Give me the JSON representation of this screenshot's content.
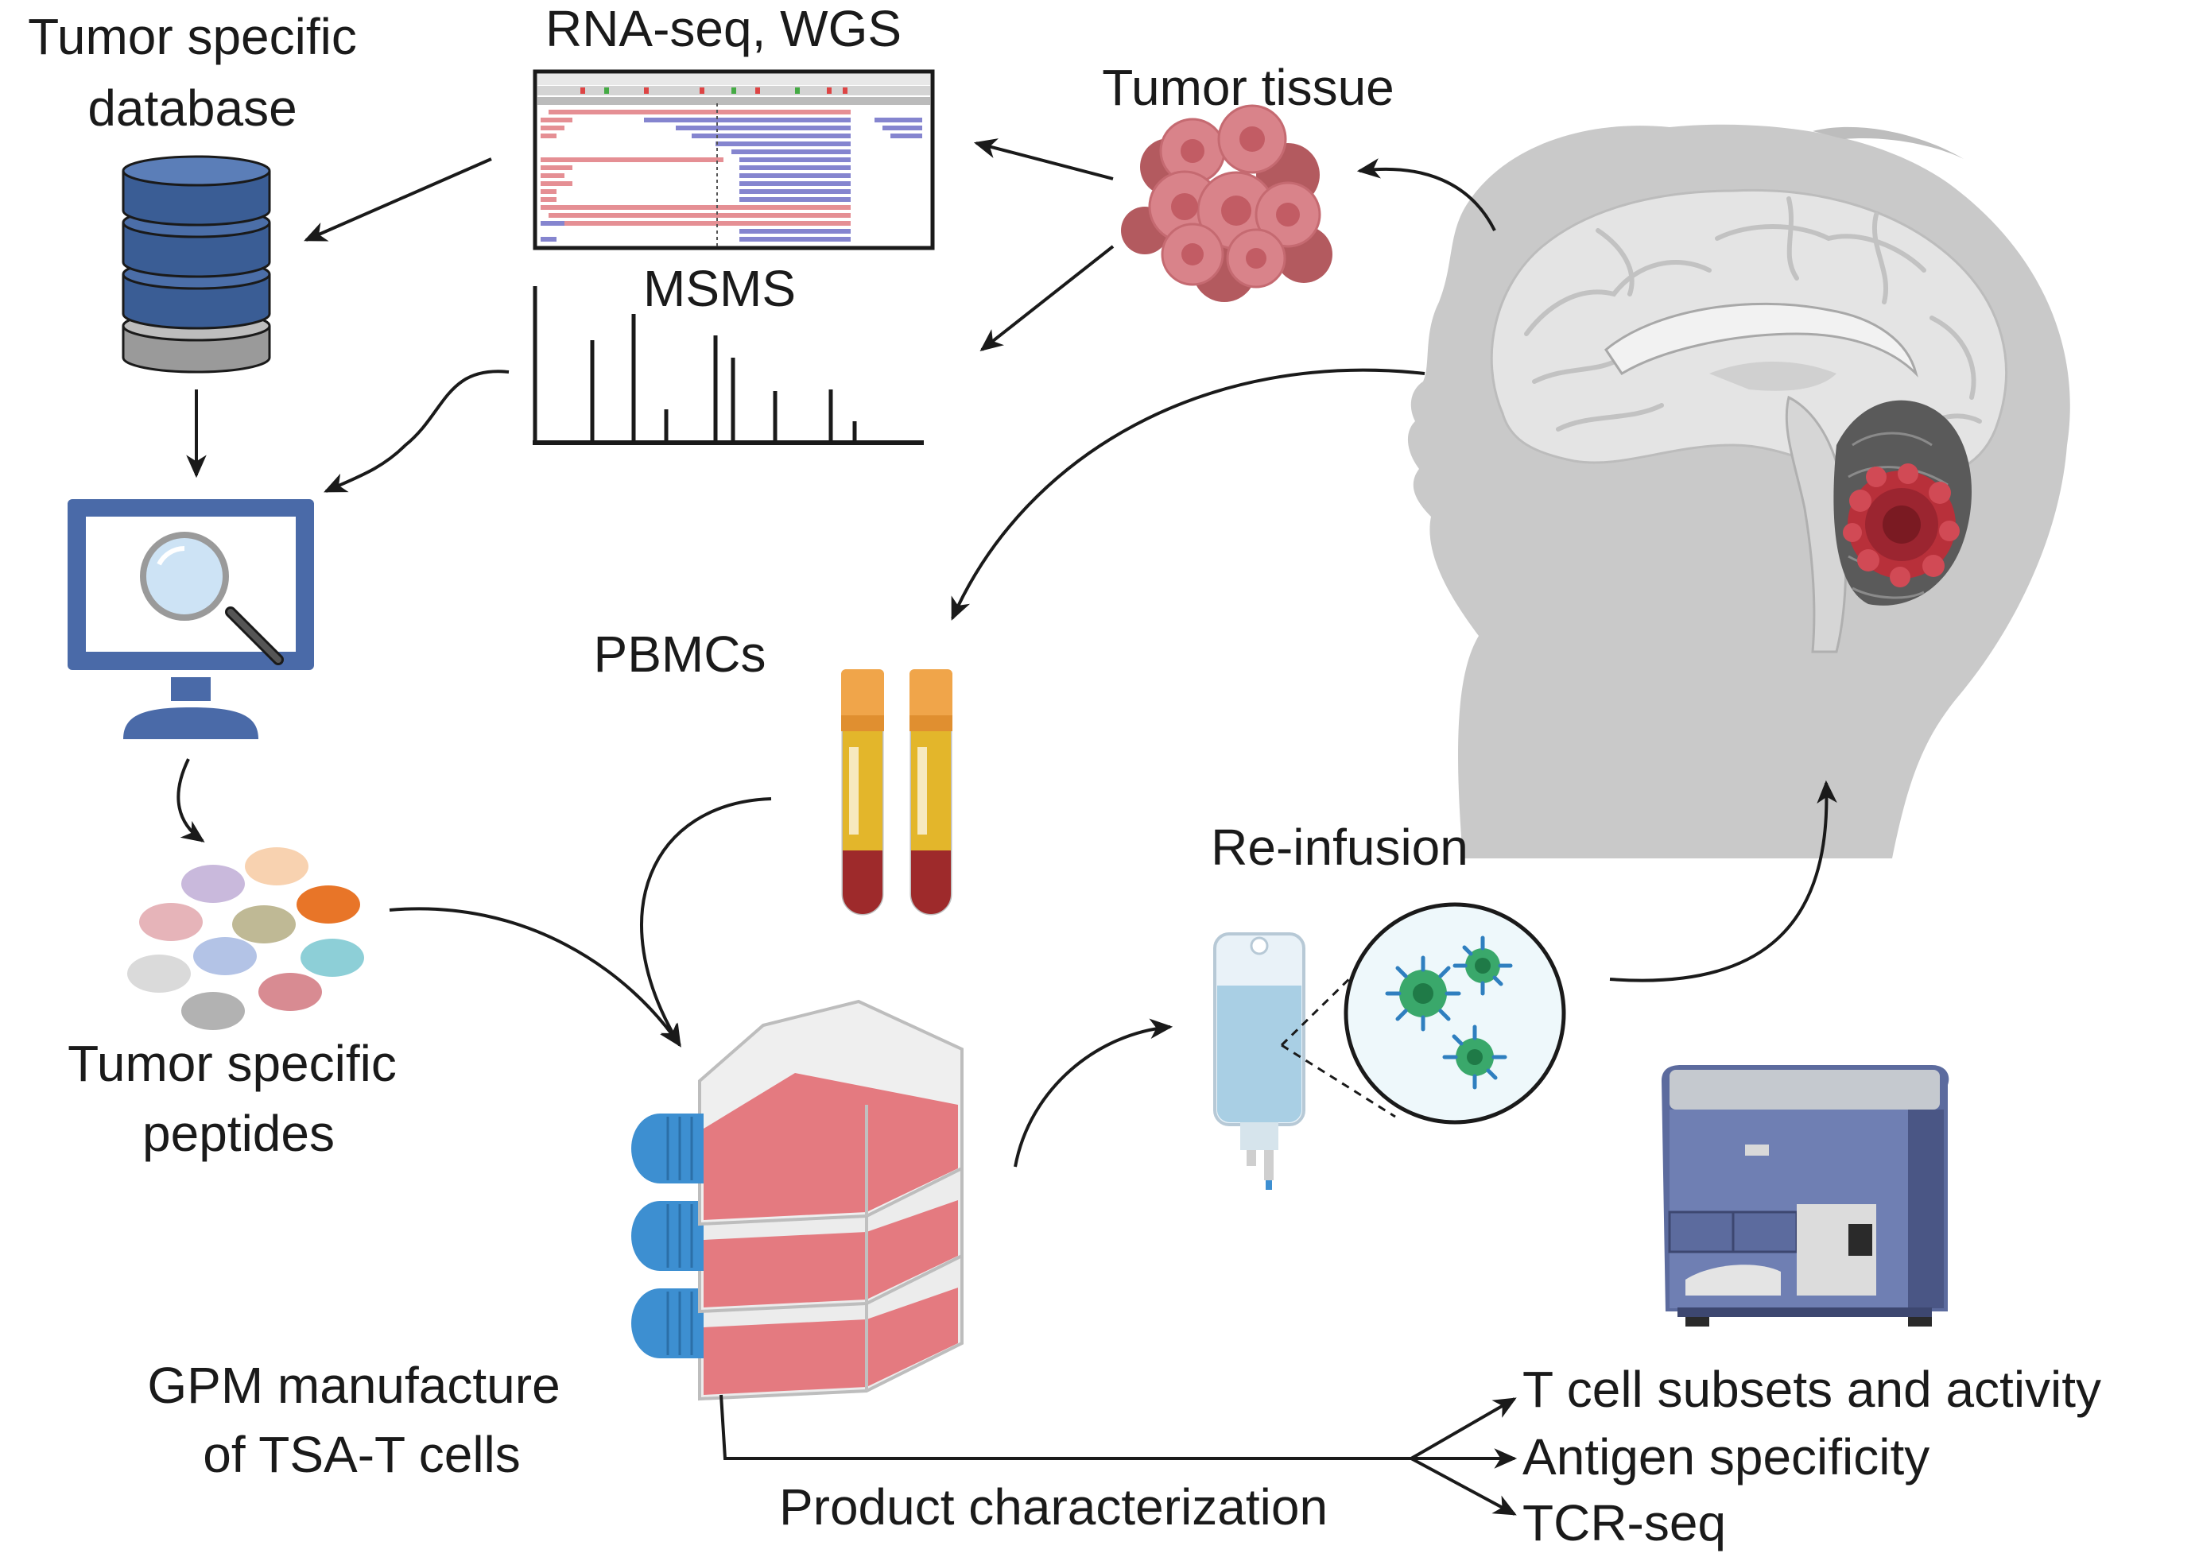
{
  "labels": {
    "tumor_db_line1": "Tumor specific",
    "tumor_db_line2": "database",
    "rnaseq": "RNA-seq, WGS",
    "msms": "MSMS",
    "tumor_tissue": "Tumor tissue",
    "pbmcs": "PBMCs",
    "reinfusion": "Re-infusion",
    "peptides_line1": "Tumor specific",
    "peptides_line2": "peptides",
    "gpm_line1": "GPM manufacture",
    "gpm_line2": "of TSA-T cells",
    "product_characterization": "Product characterization",
    "outputs": [
      "T cell subsets and activity",
      "Antigen specificity",
      "TCR-seq"
    ]
  },
  "icons": {
    "database": "database-icon",
    "genome_browser": "genome-browser-icon",
    "spectrum": "mass-spectrum-icon",
    "tumor": "tumor-tissue-icon",
    "head": "child-head-brain-icon",
    "computer": "computer-search-icon",
    "peptides": "peptide-dots-icon",
    "blood_tubes": "blood-tube-icon",
    "flasks": "cell-culture-flask-icon",
    "iv_bag": "iv-bag-icon",
    "tcells": "t-cell-icon",
    "flow_cytometer": "flow-cytometer-icon"
  },
  "colors": {
    "database_blue": "#3a5d95",
    "monitor_blue": "#4a6aa8",
    "tumor_pink": "#d9838a",
    "tumor_red": "#b8303a",
    "blood_red": "#9e2a2b",
    "plasma_yellow": "#e3b62b",
    "cap_orange": "#f0a54a",
    "flask_cap_blue": "#3d8fd1",
    "medium_pink": "#e47a80",
    "head_gray": "#c9c9c9",
    "tcell_green": "#3aa86b"
  },
  "peptide_colors": [
    "#c9b9dc",
    "#f8d2b0",
    "#e87528",
    "#e6b4b9",
    "#bfb995",
    "#b3c3e6",
    "#8dcfd7",
    "#dadada",
    "#d88b92",
    "#b2b2b2"
  ]
}
